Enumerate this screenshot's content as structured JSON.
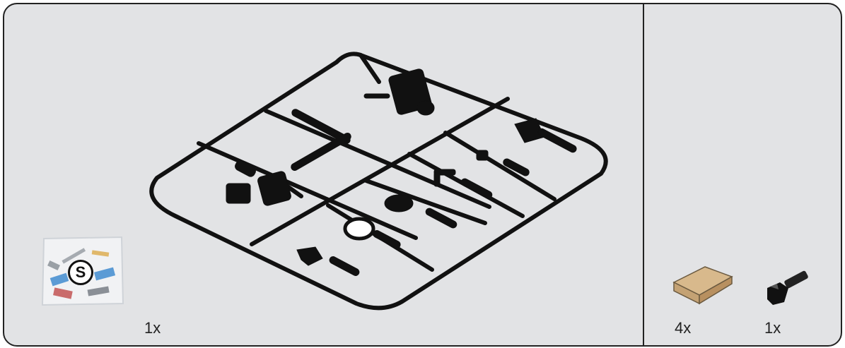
{
  "main_step": {
    "bag": {
      "label": "S"
    },
    "quantity": "1x"
  },
  "parts_panel": {
    "parts": [
      {
        "name": "tan-slope-brick",
        "quantity": "4x"
      },
      {
        "name": "black-clip-piece",
        "quantity": "1x"
      }
    ]
  }
}
